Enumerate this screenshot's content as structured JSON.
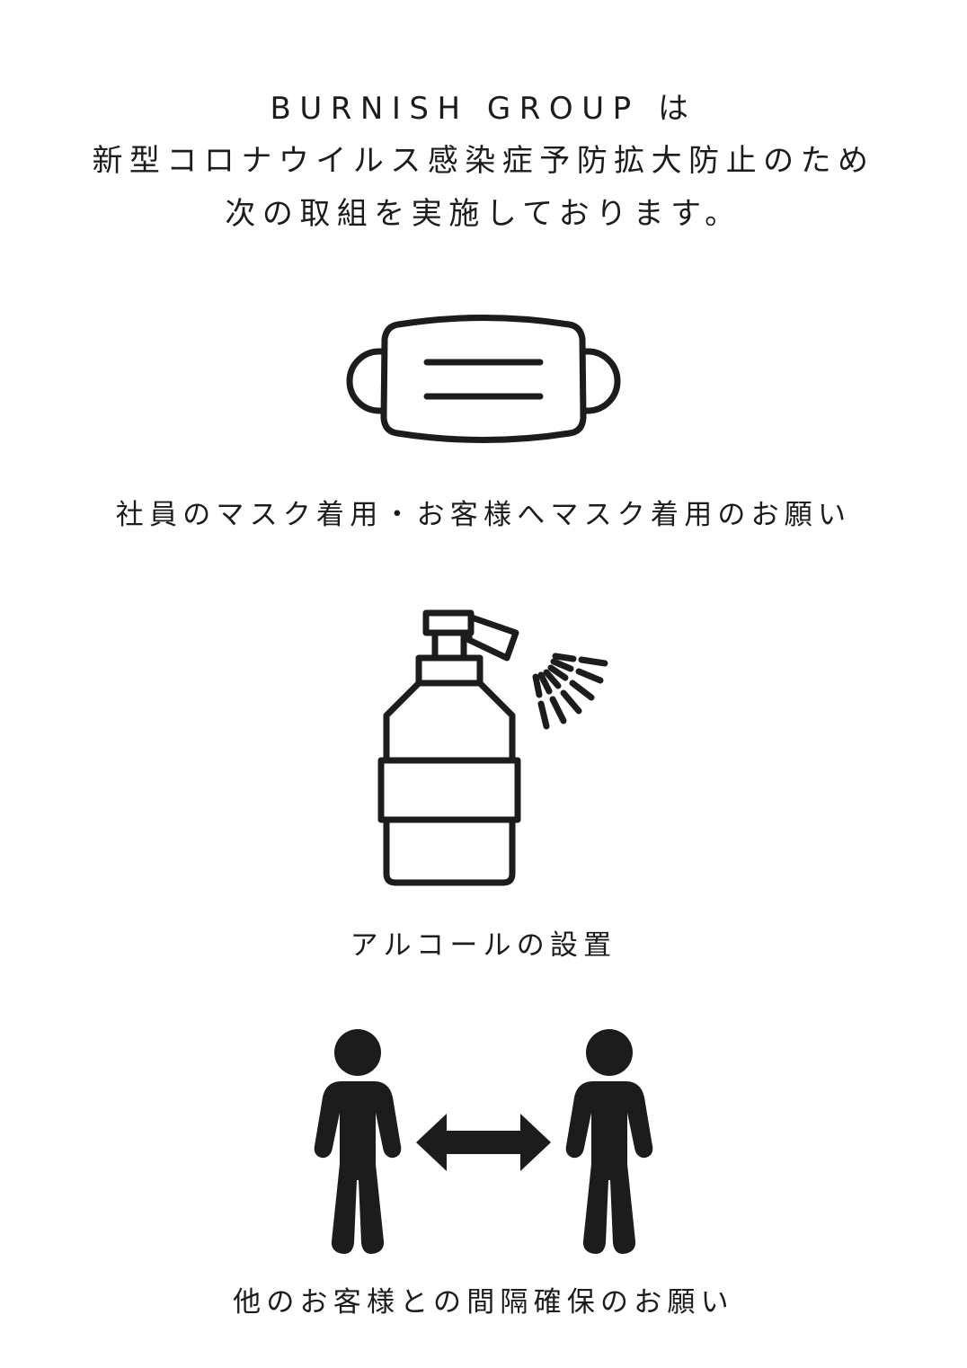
{
  "poster": {
    "title_lines": [
      "BURNISH GROUP は",
      "新型コロナウイルス感染症予防拡大防止のため",
      "次の取組を実施しております。"
    ],
    "sections": [
      {
        "icon": "face-mask-icon",
        "caption": "社員のマスク着用・お客様へマスク着用のお願い"
      },
      {
        "icon": "alcohol-spray-icon",
        "caption": "アルコールの設置"
      },
      {
        "icon": "social-distance-icon",
        "caption": "他のお客様との間隔確保のお願い"
      }
    ],
    "colors": {
      "background": "#ffffff",
      "ink": "#1c1c1c"
    }
  }
}
